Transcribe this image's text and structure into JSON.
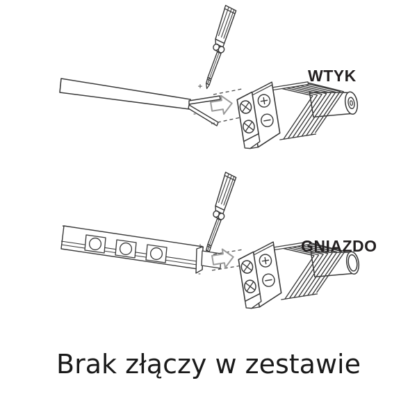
{
  "figure": {
    "title_caption": "Brak złączy w zestawie",
    "background_color": "#ffffff",
    "line_color": "#3a3a3a",
    "label_color": "#231f20",
    "arrow_color": "#8c8c8c",
    "dash_color": "#4a4a4a"
  },
  "diagrams": [
    {
      "id": "plug",
      "label": "WTYK",
      "connector_type": "male-barrel-plug",
      "source_part": "two-conductor-cable",
      "terminal_count": 2,
      "polarity_markers": [
        "+",
        "-"
      ],
      "wire_markers": {
        "positive": "+",
        "negative": "-"
      },
      "tool": "phillips-screwdriver",
      "screw_terminals": [
        "screw-positive",
        "screw-negative"
      ]
    },
    {
      "id": "socket",
      "label": "GNIAZDO",
      "connector_type": "female-barrel-socket",
      "source_part": "led-strip",
      "led_module_count": 3,
      "terminal_count": 2,
      "polarity_markers": [
        "+",
        "-"
      ],
      "wire_markers": {
        "positive": "+",
        "negative": "-"
      },
      "tool": "phillips-screwdriver",
      "screw_terminals": [
        "screw-positive",
        "screw-negative"
      ]
    }
  ],
  "caption": {
    "text": "Brak złączy w zestawie"
  }
}
